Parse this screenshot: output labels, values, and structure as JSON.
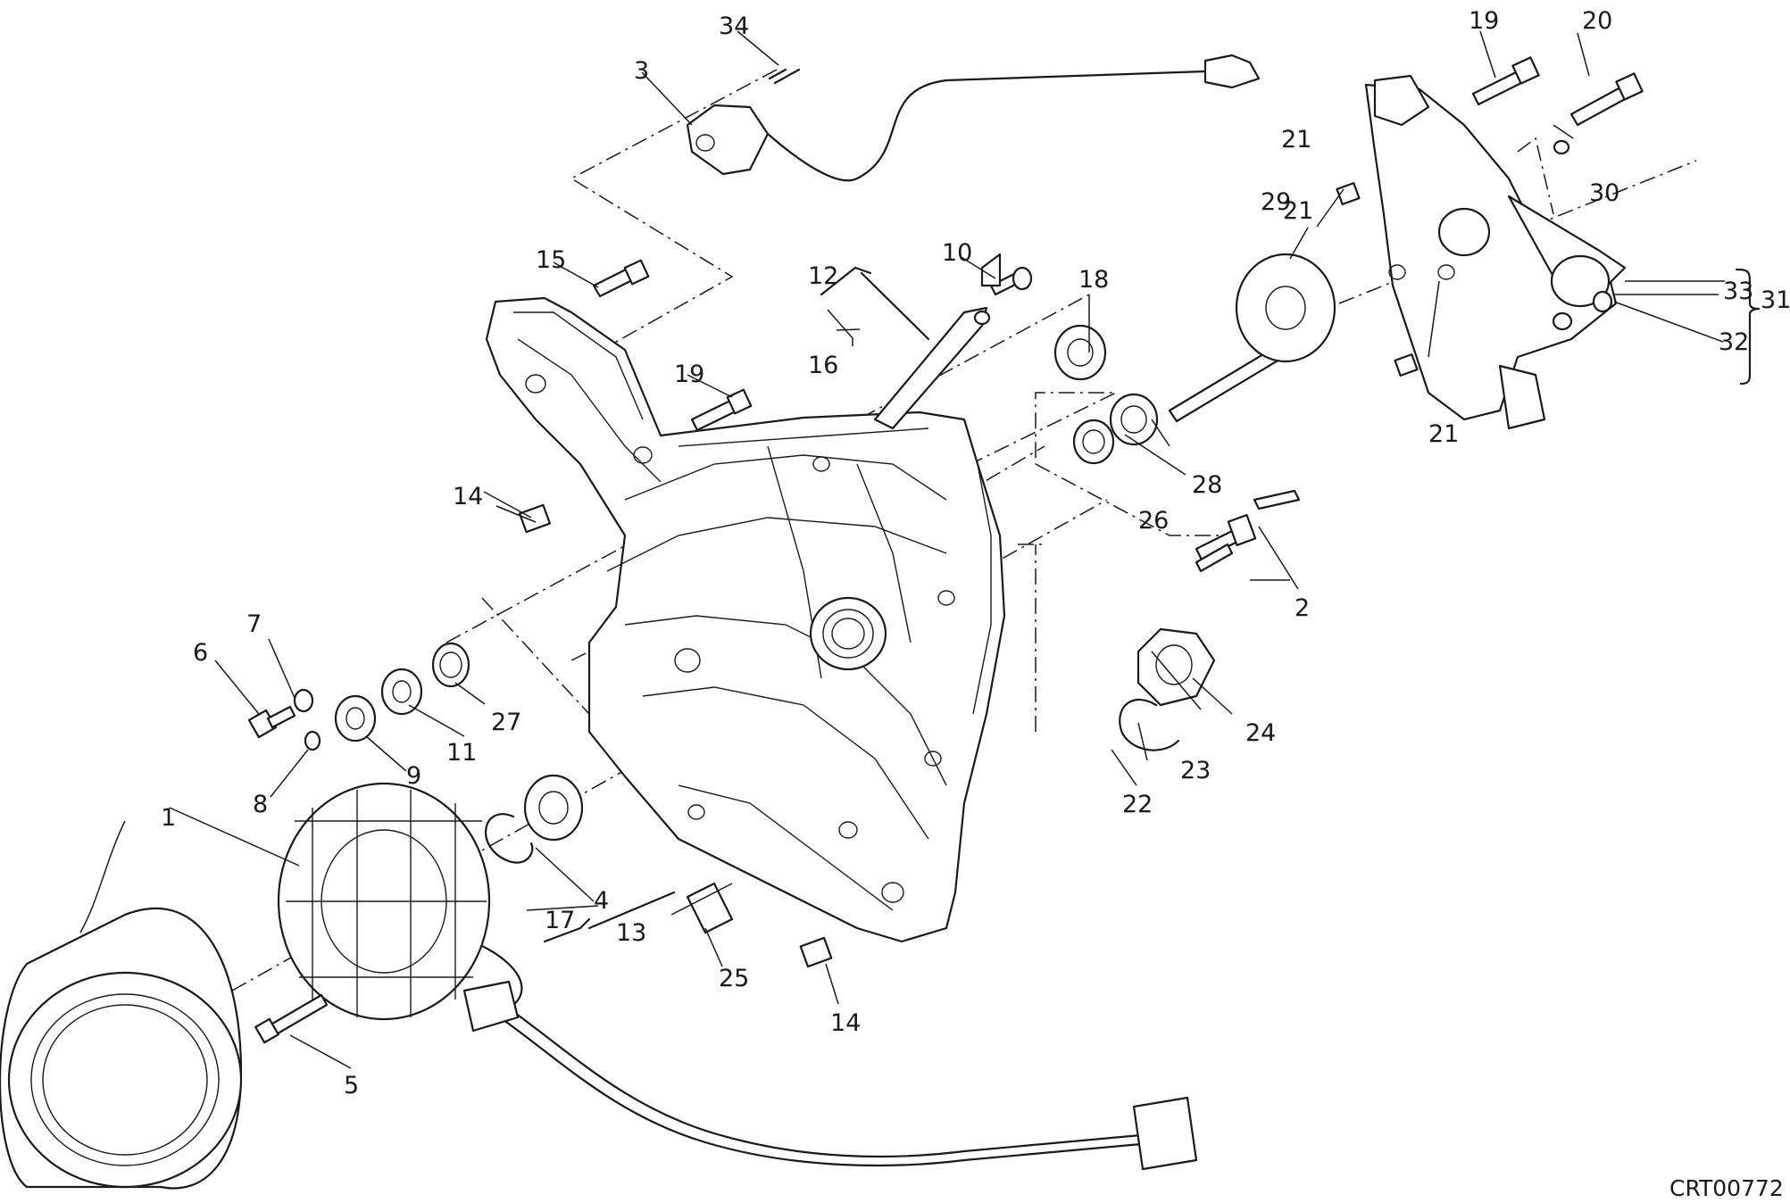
{
  "drawing": {
    "code": "CRT00772",
    "part_numbers": [
      "1",
      "2",
      "3",
      "4",
      "5",
      "6",
      "7",
      "8",
      "9",
      "10",
      "11",
      "12",
      "13",
      "14",
      "15",
      "16",
      "17",
      "18",
      "19",
      "20",
      "21",
      "22",
      "23",
      "24",
      "25",
      "26",
      "27",
      "28",
      "29",
      "30",
      "31",
      "32",
      "33",
      "34"
    ]
  }
}
